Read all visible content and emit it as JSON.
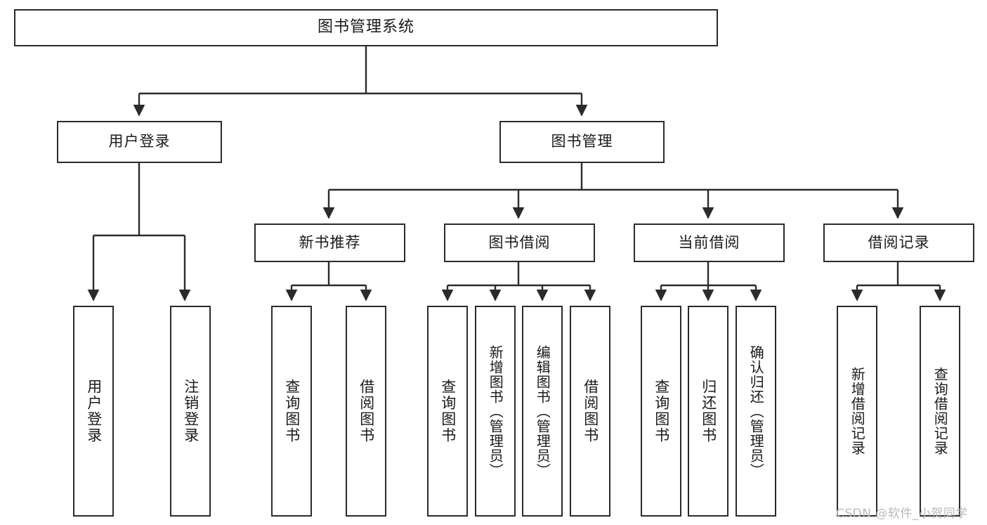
{
  "diagram": {
    "title": "图书管理系统",
    "type": "tree-structure-chart",
    "root": {
      "label": "图书管理系统"
    },
    "level1": [
      {
        "label": "用户登录"
      },
      {
        "label": "图书管理"
      }
    ],
    "level2": [
      {
        "label": "新书推荐"
      },
      {
        "label": "图书借阅"
      },
      {
        "label": "当前借阅"
      },
      {
        "label": "借阅记录"
      }
    ],
    "leaves": {
      "user_login": [
        {
          "label": "用户登录"
        },
        {
          "label": "注销登录"
        }
      ],
      "new_book_recommend": [
        {
          "label": "查询图书"
        },
        {
          "label": "借阅图书"
        }
      ],
      "book_borrow": [
        {
          "label": "查询图书"
        },
        {
          "label": "新增图书（管理员）"
        },
        {
          "label": "编辑图书（管理员）"
        },
        {
          "label": "借阅图书"
        }
      ],
      "current_borrow": [
        {
          "label": "查询图书"
        },
        {
          "label": "归还图书"
        },
        {
          "label": "确认归还（管理员）"
        }
      ],
      "borrow_record": [
        {
          "label": "新增借阅记录"
        },
        {
          "label": "查询借阅记录"
        }
      ]
    }
  },
  "watermark": {
    "text": "CSDN @软件_小贺同学"
  },
  "colors": {
    "border": "#2b2b2b",
    "background": "#ffffff",
    "text": "#1a1a1a",
    "watermark": "#b9b9b9"
  }
}
